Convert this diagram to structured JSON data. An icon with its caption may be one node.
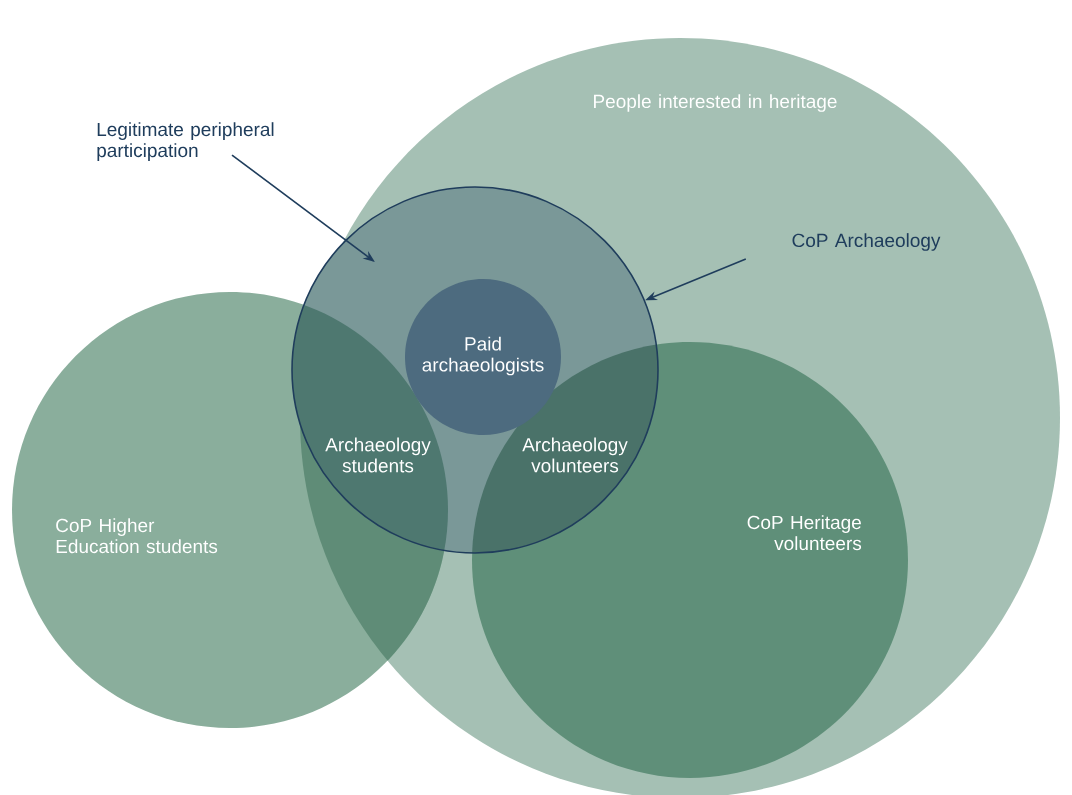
{
  "diagram": {
    "nodes": [
      {
        "text": [
          "People interested in heritage"
        ]
      },
      {
        "text": [
          "CoP Higher Education students"
        ]
      },
      {
        "text": [
          "CoP Heritage volunteers"
        ],
        "in": 0
      },
      {
        "text": [],
        "shape": "circle",
        "in": 0
      },
      {
        "text": [
          "Paid archaeologists"
        ],
        "in": 3
      },
      {
        "text": [
          "Legitimate peripheral participation"
        ]
      },
      {
        "text": [
          "CoP Archaeology"
        ],
        "in": 0
      }
    ],
    "edges": [
      {
        "from": 5,
        "to": 3,
        "arrow": "to"
      },
      {
        "from": 6,
        "to": 3,
        "arrow": "to"
      }
    ],
    "labels": [
      "Archaeology students",
      "Archaeology volunteers"
    ]
  }
}
